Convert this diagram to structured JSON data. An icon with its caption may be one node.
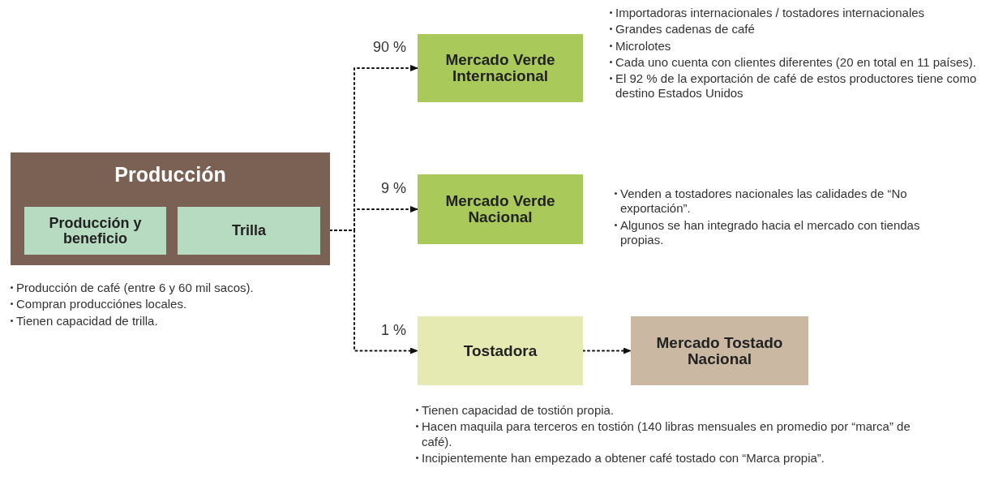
{
  "diagram": {
    "nodes": [
      {
        "text": [
          "Producción"
        ],
        "beside": [
          "Producción de café (entre 6 y 60 mil sacos).",
          "Compran producciónes locales.",
          "Tienen capacidad de trilla."
        ]
      },
      {
        "text": [
          "Producción y beneficio"
        ],
        "in": 0
      },
      {
        "text": [
          "Trilla"
        ],
        "in": 0
      },
      {
        "text": [
          "Mercado Verde Internacional"
        ],
        "beside": [
          "Importadoras internacionales / tostadores internacionales",
          "Grandes cadenas de café",
          "Microlotes",
          "Cada uno cuenta con clientes diferentes (20 en total en 11 países).",
          "El 92 % de la exportación de café de estos productores tiene como destino Estados Unidos"
        ]
      },
      {
        "text": [
          "Mercado Verde Nacional"
        ],
        "beside": [
          "Venden a tostadores nacionales las calidades de “No exportación”.",
          "Algunos se han integrado hacia el mercado con tiendas propias."
        ]
      },
      {
        "text": [
          "Tostadora"
        ],
        "beside": [
          "Tienen capacidad de tostión propia.",
          "Hacen maquila para terceros en tostión (140 libras mensuales en promedio por “marca” de café).",
          "Incipientemente han empezado a obtener café tostado con “Marca propia”."
        ]
      },
      {
        "text": [
          "Mercado Tostado Nacional"
        ]
      }
    ],
    "edges": [
      {
        "from": 0,
        "to": 3,
        "arrow": "to",
        "label": "90 %",
        "style": "dashed"
      },
      {
        "from": 0,
        "to": 4,
        "arrow": "to",
        "label": "9 %",
        "style": "dashed"
      },
      {
        "from": 0,
        "to": 5,
        "arrow": "to",
        "label": "1 %",
        "style": "dashed"
      },
      {
        "from": 5,
        "to": 6,
        "arrow": "to",
        "style": "dashed"
      }
    ]
  }
}
